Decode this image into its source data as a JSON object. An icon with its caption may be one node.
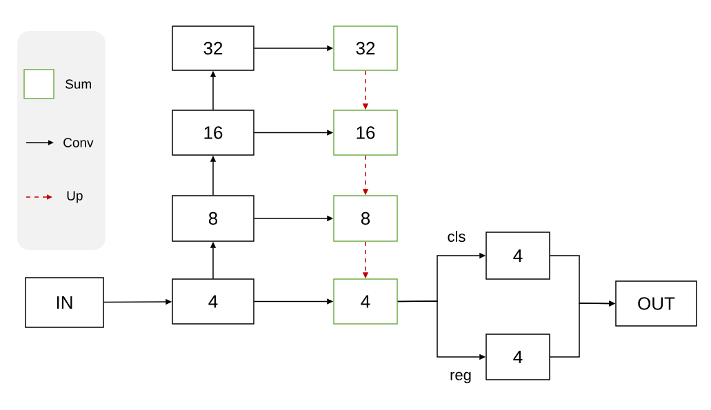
{
  "diagram": {
    "nodes": [
      {
        "text": [
          "IN"
        ]
      },
      {
        "text": [
          "4"
        ]
      },
      {
        "text": [
          "8"
        ]
      },
      {
        "text": [
          "16"
        ]
      },
      {
        "text": [
          "32"
        ]
      },
      {
        "text": [
          "32"
        ]
      },
      {
        "text": [
          "16"
        ]
      },
      {
        "text": [
          "8"
        ]
      },
      {
        "text": [
          "4"
        ]
      },
      {
        "text": [
          "4"
        ]
      },
      {
        "text": [
          "4"
        ]
      },
      {
        "text": [
          "OUT"
        ]
      }
    ],
    "edges": [
      {
        "from": 0,
        "to": 1,
        "arrow": "to"
      },
      {
        "from": 1,
        "to": 2,
        "arrow": "to"
      },
      {
        "from": 2,
        "to": 3,
        "arrow": "to"
      },
      {
        "from": 3,
        "to": 4,
        "arrow": "to"
      },
      {
        "from": 4,
        "to": 5,
        "arrow": "to"
      },
      {
        "from": 3,
        "to": 6,
        "arrow": "to"
      },
      {
        "from": 2,
        "to": 7,
        "arrow": "to"
      },
      {
        "from": 1,
        "to": 8,
        "arrow": "to"
      },
      {
        "from": 5,
        "to": 6,
        "arrow": "to",
        "style": "dashed",
        "color": "#c00000"
      },
      {
        "from": 6,
        "to": 7,
        "arrow": "to",
        "style": "dashed",
        "color": "#c00000"
      },
      {
        "from": 7,
        "to": 8,
        "arrow": "to",
        "style": "dashed",
        "color": "#c00000"
      },
      {
        "from": 8,
        "to": 9,
        "arrow": "to",
        "label": "cls"
      },
      {
        "from": 8,
        "to": 10,
        "arrow": "to",
        "label": "reg"
      },
      {
        "from": 9,
        "to": 11,
        "arrow": "to"
      },
      {
        "from": 10,
        "to": 11,
        "arrow": "to"
      }
    ],
    "legend": [
      {
        "text": "Sum"
      },
      {
        "text": "Conv"
      },
      {
        "text": "Up"
      }
    ]
  }
}
